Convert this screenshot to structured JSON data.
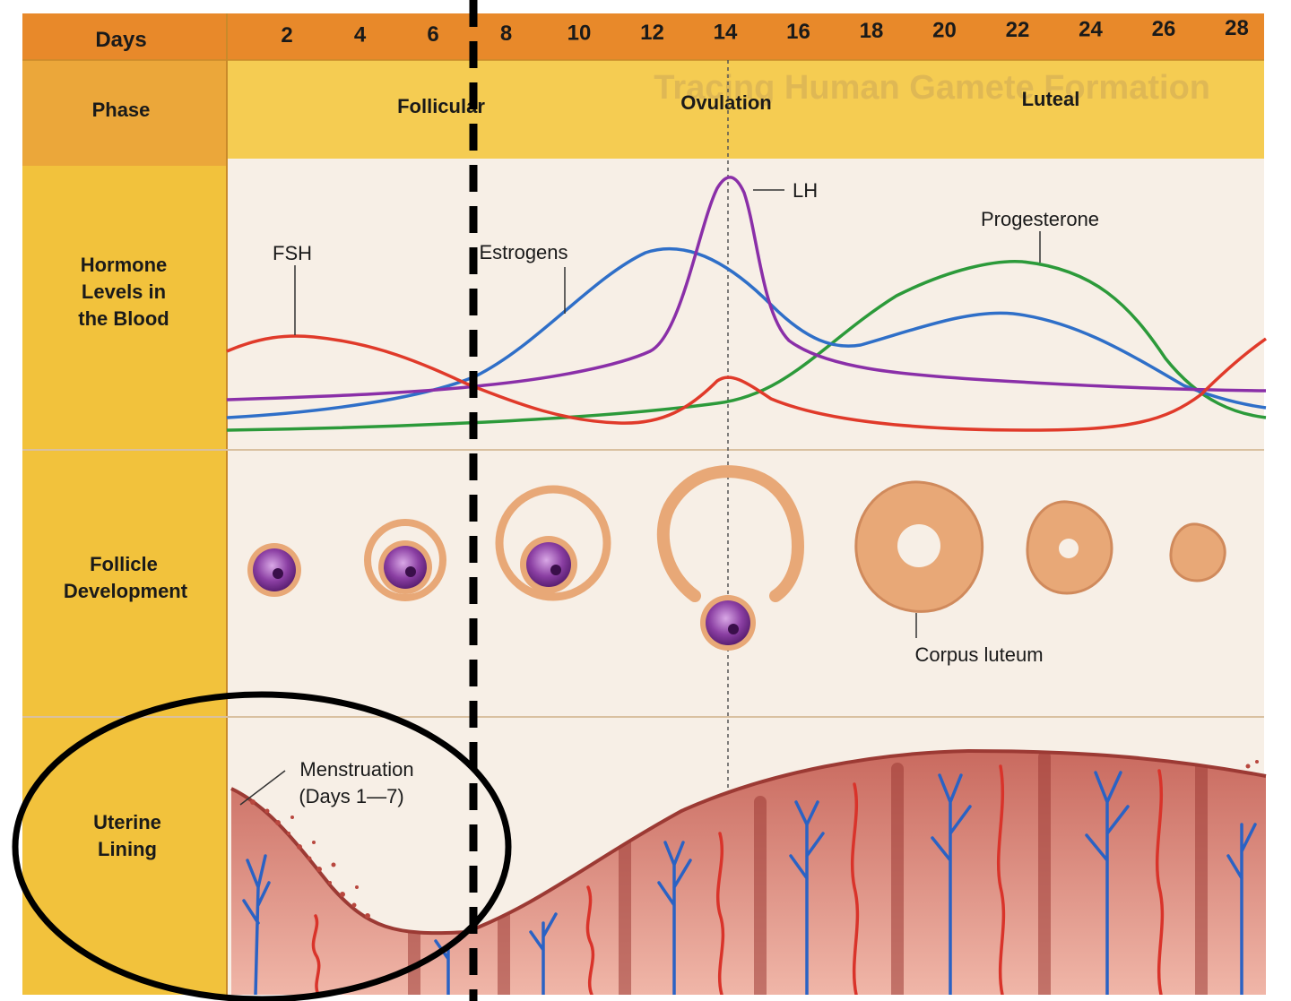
{
  "header": {
    "days_label": "Days",
    "days": [
      "2",
      "4",
      "6",
      "8",
      "10",
      "12",
      "14",
      "16",
      "18",
      "20",
      "22",
      "24",
      "26",
      "28"
    ]
  },
  "phase_row": {
    "label": "Phase",
    "phases": [
      "Follicular",
      "Ovulation",
      "Luteal"
    ]
  },
  "hormone_row": {
    "label_lines": [
      "Hormone",
      "Levels in",
      "the Blood"
    ],
    "hormones": [
      {
        "name": "FSH",
        "color": "#e03a2a"
      },
      {
        "name": "LH",
        "color": "#8a2fa8"
      },
      {
        "name": "Estrogens",
        "color": "#2f6fc8"
      },
      {
        "name": "Progesterone",
        "color": "#2c9a3a"
      }
    ]
  },
  "follicle_row": {
    "label_lines": [
      "Follicle",
      "Development"
    ],
    "corpus_luteum_label": "Corpus luteum"
  },
  "uterine_row": {
    "label_lines": [
      "Uterine",
      "Lining"
    ],
    "menstruation_lines": [
      "Menstruation",
      "(Days 1—7)"
    ]
  },
  "background_text": {
    "heading": "Tracing Human Gamete Formation"
  },
  "colors": {
    "header_orange": "#e8892a",
    "label_column": "#f2c23c",
    "phase_band": "#f5cc52",
    "chart_bg": "#f7efe6",
    "lining": "#d98a7c",
    "artery": "#d9332a",
    "vein": "#2a62c4",
    "follicle_tissue": "#e8a877",
    "oocyte": "#8b3fa3"
  }
}
